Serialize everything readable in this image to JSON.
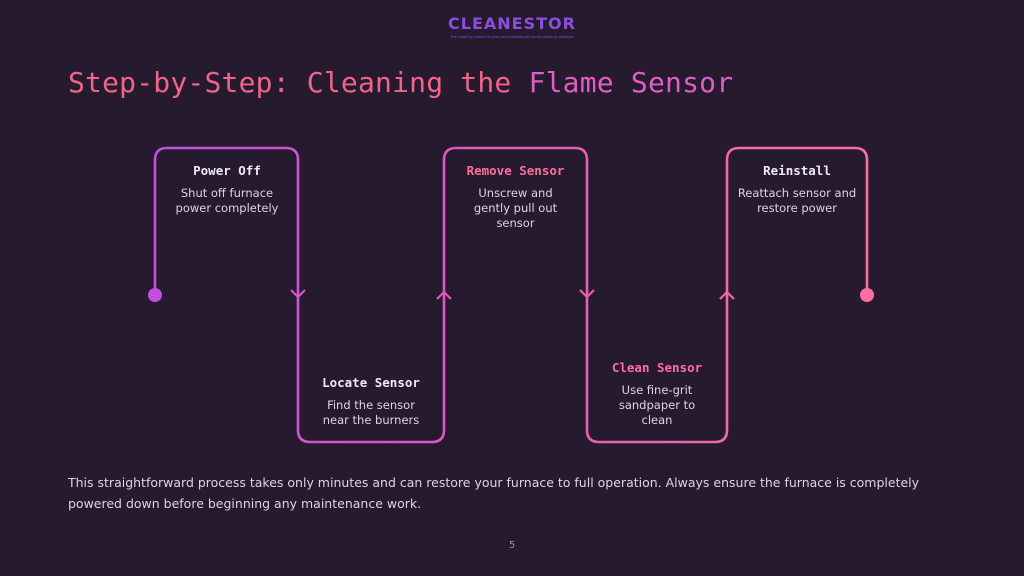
{
  "logo": {
    "text": "CLEANESTOR",
    "tagline": "The cleaning choice for pros and professional home cleaning solutions"
  },
  "title": {
    "part1": "Step-by-Step: Cleaning the ",
    "part2": "Flame Sensor"
  },
  "steps": [
    {
      "title": "Power Off",
      "desc": "Shut off furnace power completely"
    },
    {
      "title": "Locate Sensor",
      "desc": "Find the sensor near the burners"
    },
    {
      "title": "Remove Sensor",
      "desc": "Unscrew and gently pull out sensor"
    },
    {
      "title": "Clean Sensor",
      "desc": "Use fine-grit sandpaper to clean"
    },
    {
      "title": "Reinstall",
      "desc": "Reattach sensor and restore power"
    }
  ],
  "summary": "This straightforward process takes only minutes and can restore your furnace to full operation. Always ensure the furnace is completely powered down before beginning any maintenance work.",
  "page_number": "5",
  "colors": {
    "background": "#261a2f",
    "gradient_start": "#c24fe0",
    "gradient_end": "#ff6f9d",
    "logo": "#8b4fe0"
  }
}
